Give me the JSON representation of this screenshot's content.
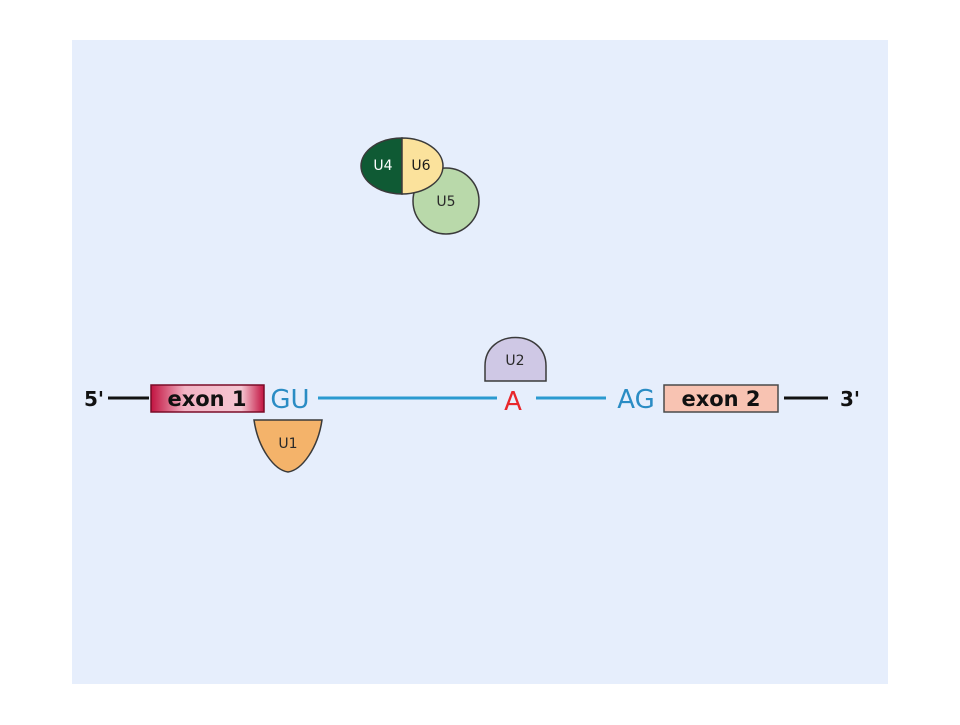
{
  "diagram": {
    "five_prime": "5'",
    "three_prime": "3'",
    "exon1": "exon 1",
    "exon2": "exon 2",
    "donor_site": "GU",
    "branch_point": "A",
    "acceptor_site": "AG",
    "snrnps": {
      "u1": "U1",
      "u2": "U2",
      "u4": "U4",
      "u5": "U5",
      "u6": "U6"
    }
  },
  "colors": {
    "panel": "#e6eefc",
    "intron_line": "#2b9ad0",
    "splice_sites": "#2a8cc4",
    "branch_point": "#e8262b",
    "exon2_fill": "#f8c3b2",
    "u1": "#f4b36a",
    "u2": "#cfc8e5",
    "u4": "#0f5a34",
    "u5": "#b9d9aa",
    "u6": "#fbe29c"
  }
}
